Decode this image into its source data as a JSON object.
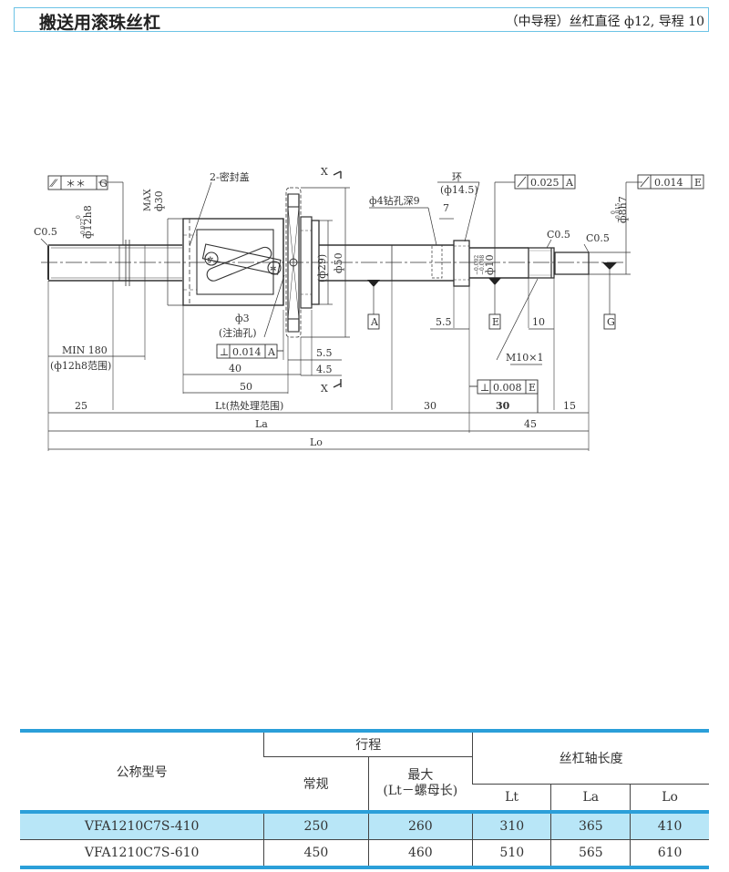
{
  "header": {
    "title": "搬送用滚珠丝杠",
    "subtitle": "（中导程）丝杠直径 ф12, 导程 10"
  },
  "drawing": {
    "labels": {
      "c05_left": "C0.5",
      "c05_right1": "C0.5",
      "c05_right2": "C0.5",
      "phi12h8": "ф12h8",
      "phi12h8_tol_upper": "0",
      "phi12h8_tol_lower": "−0.027",
      "max_label": "MAX",
      "phi30": "ф30",
      "seal_cap": "2-密封盖",
      "section_x_top": "X",
      "section_x_bottom": "X",
      "phi29": "(ф29)",
      "phi50": "ф50",
      "drill_hole": "ф4钻孔深9",
      "ring": "环",
      "ring_dia": "(ф14.5)",
      "dim_7": "7",
      "phi10": "ф10",
      "phi10_tol_upper": "−0.002",
      "phi10_tol_lower": "−0.008",
      "phi8h7": "ф8h7",
      "phi8h7_tol_upper": "0",
      "phi8h7_tol_lower": "−0.015",
      "phi3": "ф3",
      "oil_hole": "(注油孔)",
      "min180": "MIN 180",
      "min180_note": "(ф12h8范围)",
      "dim_40": "40",
      "dim_50": "50",
      "dim_5_5_a": "5.5",
      "dim_4_5": "4.5",
      "dim_5_5_b": "5.5",
      "dim_10": "10",
      "thread": "M10×1",
      "dim_25": "25",
      "lt_label": "Lt(热处理范围)",
      "dim_30_a": "30",
      "dim_30_b": "30",
      "dim_15": "15",
      "la_label": "La",
      "dim_45": "45",
      "lo_label": "Lo"
    },
    "datums": [
      "A",
      "E",
      "G"
    ],
    "tolerance_frames": [
      {
        "symbol": "circular-runout",
        "value": "＊＊",
        "datum": "G"
      },
      {
        "symbol": "circular-runout",
        "value": "0.025",
        "datum": "A"
      },
      {
        "symbol": "circular-runout",
        "value": "0.014",
        "datum": "E"
      },
      {
        "symbol": "perpendicularity",
        "symbol_text": "⊥",
        "value": "0.014",
        "datum": "A"
      },
      {
        "symbol": "perpendicularity",
        "symbol_text": "⊥",
        "value": "0.008",
        "datum": "E"
      }
    ]
  },
  "table": {
    "headers": {
      "model": "公称型号",
      "stroke": "行程",
      "stroke_normal": "常规",
      "stroke_max": "最大",
      "stroke_max_note": "(Lt－螺母长)",
      "shaft_length": "丝杠轴长度",
      "lt": "Lt",
      "la": "La",
      "lo": "Lo"
    },
    "rows": [
      {
        "model": "VFA1210C7S-410",
        "stroke_normal": "250",
        "stroke_max": "260",
        "lt": "310",
        "la": "365",
        "lo": "410"
      },
      {
        "model": "VFA1210C7S-610",
        "stroke_normal": "450",
        "stroke_max": "460",
        "lt": "510",
        "la": "565",
        "lo": "610"
      }
    ]
  },
  "colors": {
    "accent": "#2b9fd9",
    "header_border": "#6cc3e6",
    "row_highlight": "#b8e6f7"
  }
}
